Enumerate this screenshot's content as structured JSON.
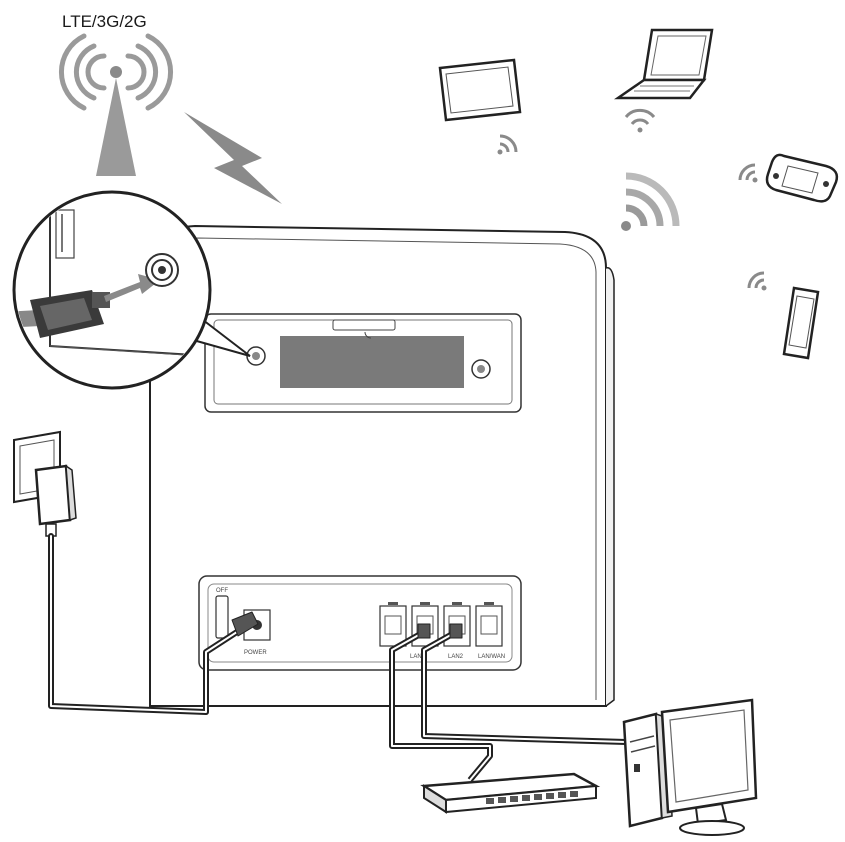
{
  "labels": {
    "network": "LTE/3G/2G",
    "power_switch": "OFF",
    "power_port": "POWER",
    "lan_port": "LAN",
    "lan_port_2": "LAN2",
    "lan_wan_port": "LAN/WAN"
  },
  "colors": {
    "line": "#2a2a2a",
    "fill": "#ffffff",
    "gray": "#9a9a9a",
    "dark": "#6b6b6b",
    "panel": "#7a7a7a"
  },
  "devices": [
    {
      "name": "tablet",
      "icon": "tablet-icon"
    },
    {
      "name": "laptop",
      "icon": "laptop-icon"
    },
    {
      "name": "handheld game console",
      "icon": "game-console-icon"
    },
    {
      "name": "smartphone",
      "icon": "smartphone-icon"
    },
    {
      "name": "network switch",
      "icon": "network-switch-icon"
    },
    {
      "name": "desktop computer",
      "icon": "desktop-computer-icon"
    },
    {
      "name": "power adapter",
      "icon": "power-adapter-icon"
    },
    {
      "name": "cell tower",
      "icon": "cell-tower-icon"
    }
  ]
}
